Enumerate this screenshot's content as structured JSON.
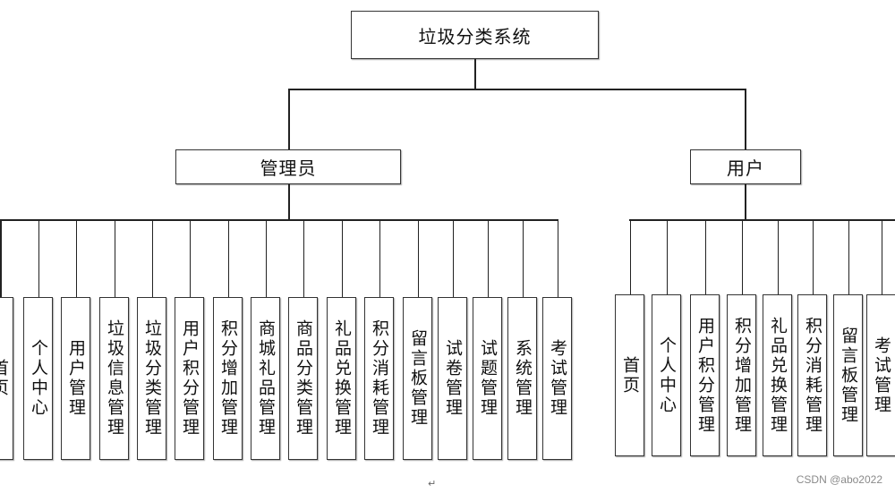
{
  "root": {
    "label": "垃圾分类系统"
  },
  "admin": {
    "label": "管理员",
    "items": [
      "首页",
      "个人中心",
      "用户管理",
      "垃圾信息管理",
      "垃圾分类管理",
      "用户积分管理",
      "积分增加管理",
      "商城礼品管理",
      "商品分类管理",
      "礼品兑换管理",
      "积分消耗管理",
      "留言板管理",
      "试卷管理",
      "试题管理",
      "系统管理",
      "考试管理"
    ]
  },
  "user": {
    "label": "用户",
    "items": [
      "首页",
      "个人中心",
      "用户积分管理",
      "积分增加管理",
      "礼品兑换管理",
      "积分消耗管理",
      "留言板管理",
      "考试管理"
    ]
  },
  "footer": {
    "watermark": "CSDN @abo2022",
    "return_mark": "↵"
  }
}
